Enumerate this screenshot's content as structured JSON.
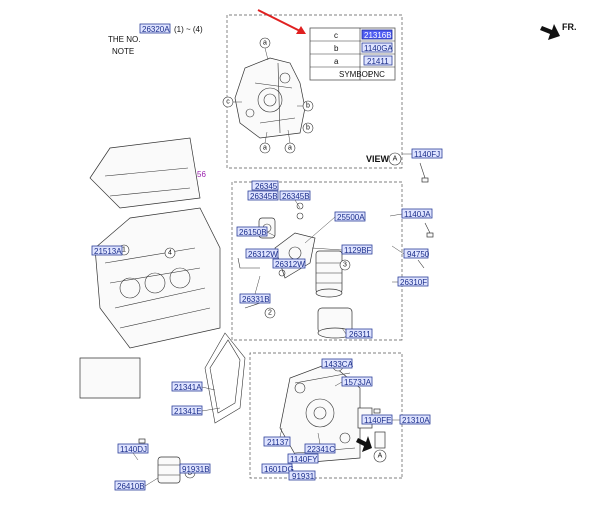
{
  "note": {
    "line1": "NOTE",
    "line2": "THE NO.",
    "ref": "26320A",
    "range": "(1) ~ (4)"
  },
  "view_label": "VIEW",
  "view_marker": "A",
  "fr_label": "FR.",
  "table": {
    "headers": [
      "SYMBOL",
      "PNC"
    ],
    "rows": [
      {
        "symbol": "a",
        "pnc": "21411"
      },
      {
        "symbol": "b",
        "pnc": "1140GA"
      },
      {
        "symbol": "c",
        "pnc": "21316B"
      }
    ]
  },
  "ref_label": "REF. 20-2156",
  "callouts": {
    "c1": "1140FJ",
    "c2": "1140JA",
    "c3": "94750",
    "c4": "26310F",
    "c5": "26311",
    "c6": "1129BF",
    "c7": "25500A",
    "c8": "26345B",
    "c9": "26345B",
    "c10": "26345",
    "c11": "26150B",
    "c12": "26312W",
    "c13": "26312W",
    "c14": "26331B",
    "c15": "21513A",
    "c16": "21341A",
    "c17": "21341E",
    "c18": "1433CA",
    "c19": "1573JA",
    "c20": "21310A",
    "c21": "1140FE",
    "c22": "22341C",
    "c23": "1140FY",
    "c24": "1601DG",
    "c25": "21137",
    "c26": "91931",
    "c27": "1140DJ",
    "c28": "91931B",
    "c29": "26410B"
  },
  "circle_labels": {
    "a": "a",
    "b": "b",
    "c": "c",
    "A": "A",
    "B": "B",
    "n1": "1",
    "n2": "2",
    "n3": "3",
    "n4": "4"
  }
}
